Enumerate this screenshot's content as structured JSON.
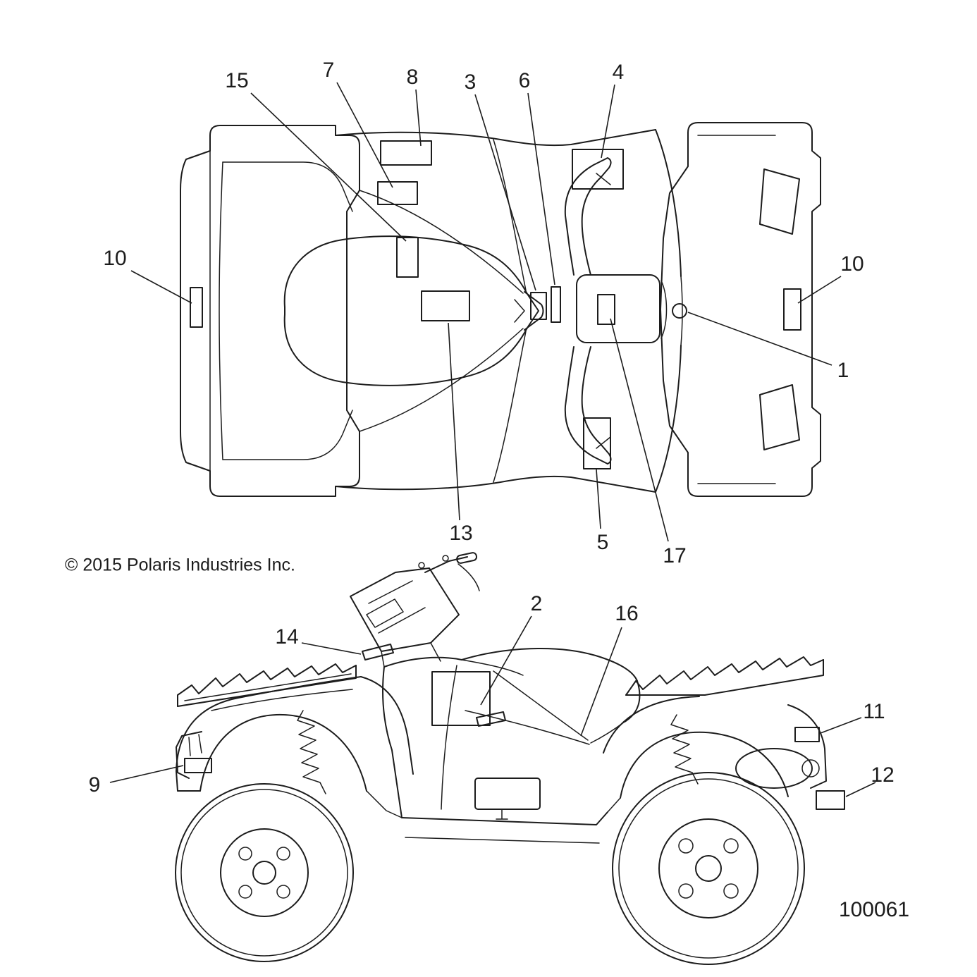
{
  "colors": {
    "line": "#1c1c1c",
    "background": "#ffffff"
  },
  "copyright": "© 2015 Polaris Industries Inc.",
  "part_number": "100061",
  "callouts": {
    "n1": "1",
    "n2": "2",
    "n3": "3",
    "n4": "4",
    "n5": "5",
    "n6": "6",
    "n7": "7",
    "n8": "8",
    "n9": "9",
    "n10_left": "10",
    "n10_right": "10",
    "n11": "11",
    "n12": "12",
    "n13": "13",
    "n14": "14",
    "n15": "15",
    "n16": "16",
    "n17": "17"
  }
}
